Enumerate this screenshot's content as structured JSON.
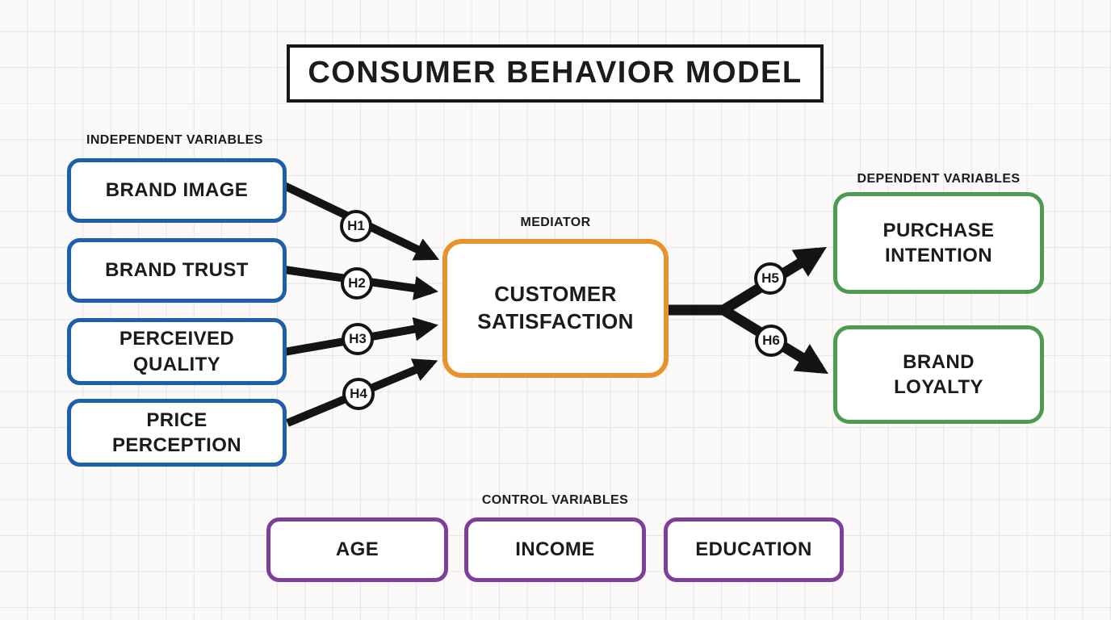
{
  "title": "CONSUMER BEHAVIOR MODEL",
  "colors": {
    "independent_border": "#1d5fa8",
    "mediator_border": "#e8922e",
    "dependent_border": "#4d9b51",
    "control_border": "#7d3f9a",
    "arrow": "#141414"
  },
  "sections": {
    "independent": {
      "label": "INDEPENDENT VARIABLES",
      "boxes": [
        "BRAND IMAGE",
        "BRAND TRUST",
        "PERCEIVED QUALITY",
        "PRICE PERCEPTION"
      ]
    },
    "mediator": {
      "label": "MEDIATOR",
      "box": "CUSTOMER SATISFACTION"
    },
    "dependent": {
      "label": "DEPENDENT VARIABLES",
      "boxes": [
        "PURCHASE INTENTION",
        "BRAND LOYALTY"
      ]
    },
    "control": {
      "label": "CONTROL VARIABLES",
      "boxes": [
        "AGE",
        "INCOME",
        "EDUCATION"
      ]
    }
  },
  "hypotheses": {
    "h1": "H1",
    "h2": "H2",
    "h3": "H3",
    "h4": "H4",
    "h5": "H5",
    "h6": "H6"
  }
}
